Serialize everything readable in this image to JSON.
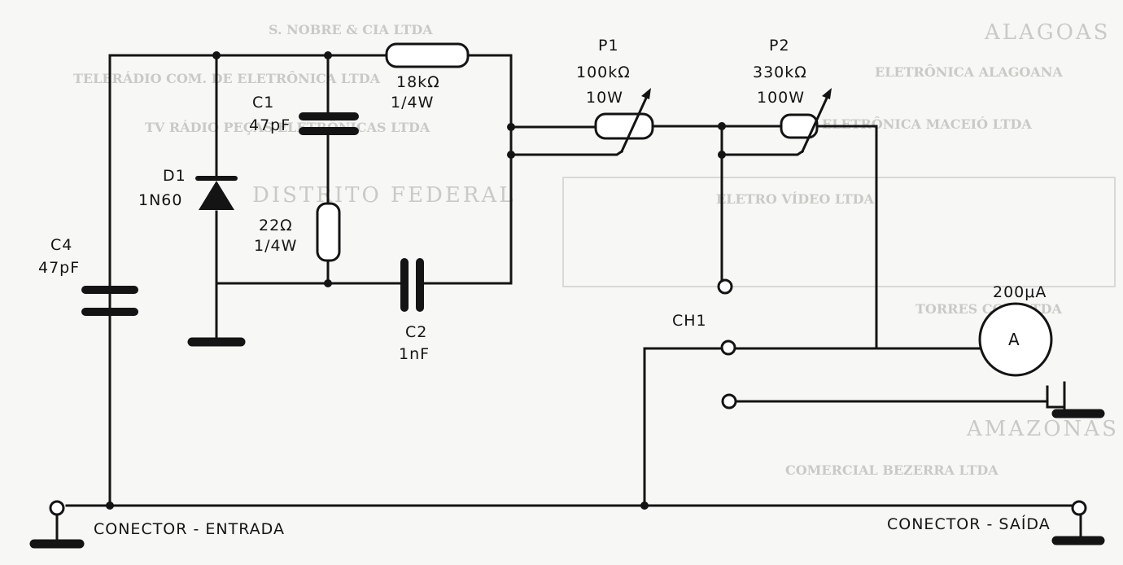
{
  "diagram": {
    "components": {
      "c1": {
        "ref": "C1",
        "value": "47pF"
      },
      "c2": {
        "ref": "C2",
        "value": "1nF"
      },
      "c4": {
        "ref": "C4",
        "value": "47pF"
      },
      "d1": {
        "ref": "D1",
        "value": "1N60"
      },
      "r1": {
        "value": "18kΩ",
        "power": "1/4W"
      },
      "r2": {
        "value": "22Ω",
        "power": "1/4W"
      },
      "p1": {
        "ref": "P1",
        "value": "100kΩ",
        "power": "10W"
      },
      "p2": {
        "ref": "P2",
        "value": "330kΩ",
        "power": "100W"
      },
      "meter": {
        "symbol": "A",
        "value": "200μA"
      },
      "ch1": {
        "ref": "CH1"
      }
    },
    "connectors": {
      "input": "CONECTOR - ENTRADA",
      "output": "CONECTOR - SAÍDA"
    }
  },
  "bleed_through": {
    "headings": [
      "ALAGOAS",
      "AMAZONAS",
      "DISTRITO FEDERAL"
    ],
    "lines": [
      "S. NOBRE & CIA LTDA",
      "TELERÁDIO COM. DE ELETRÔNICA LTDA",
      "TV RÁDIO PEÇAS ELETRÔNICAS LTDA",
      "ELETRÔNICA ALAGOANA",
      "ELETRÔNICA MACEIÓ LTDA",
      "ELETRO VÍDEO LTDA",
      "TORRES COM LTDA",
      "COMERCIAL BEZERRA LTDA"
    ]
  }
}
